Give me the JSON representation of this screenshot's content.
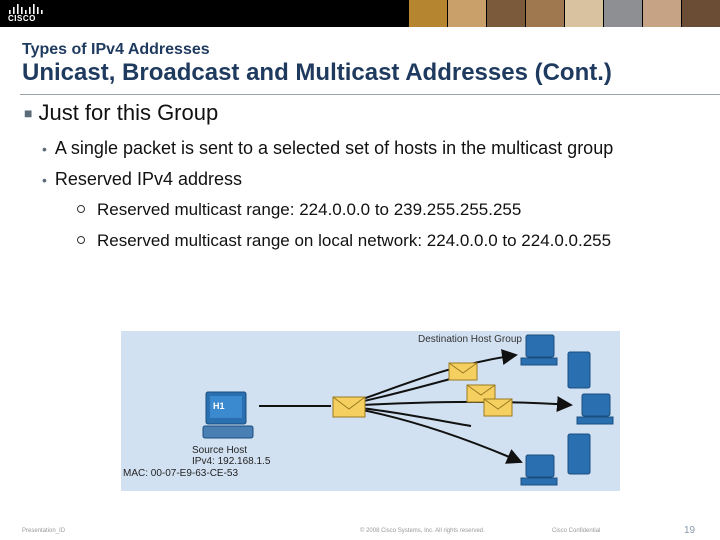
{
  "header": {
    "logo_text": "CISCO",
    "kicker": "Types of IPv4 Addresses",
    "title": "Unicast, Broadcast and Multicast Addresses (Cont.)"
  },
  "content": {
    "level1": "Just for this Group",
    "level2": [
      "A single packet is sent to a selected set of hosts in the multicast group",
      "Reserved IPv4 address"
    ],
    "level3": [
      "Reserved multicast range: 224.0.0.0 to 239.255.255.255",
      "Reserved multicast range on local network: 224.0.0.0 to 224.0.0.255"
    ]
  },
  "diagram": {
    "destination_label": "Destination Host Group",
    "host_label": "H1",
    "source_label": "Source Host",
    "ipv4_label": "IPv4: 192.168.1.5",
    "mac_label": "MAC: 00-07-E9-63-CE-53"
  },
  "footer": {
    "left": "Presentation_ID",
    "center": "© 2008 Cisco Systems, Inc. All rights reserved.",
    "right": "Cisco Confidential",
    "page": "19"
  },
  "colors": {
    "title": "#1f3a5f",
    "diagram_bg": "#d2e1f2",
    "envelope": "#f5d060"
  }
}
